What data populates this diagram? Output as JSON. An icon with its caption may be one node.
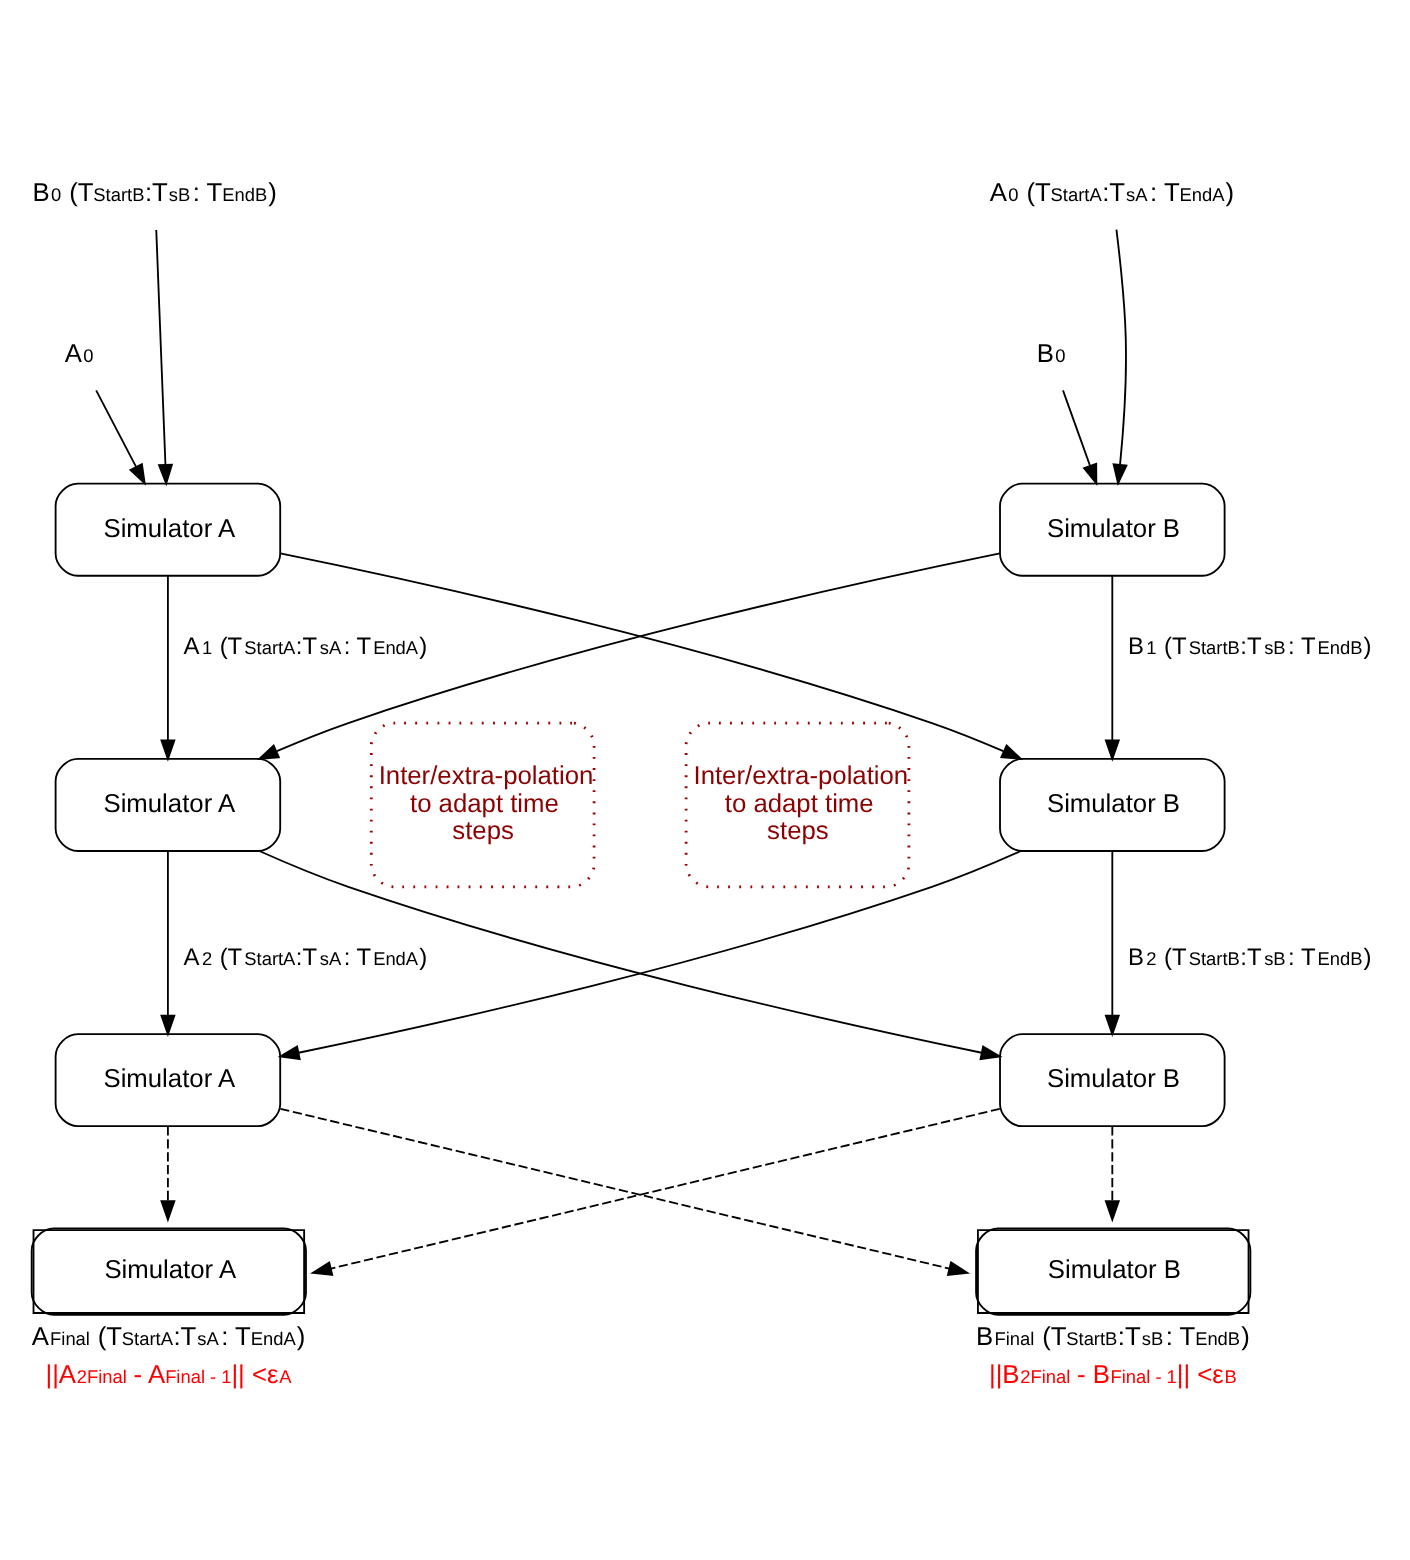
{
  "diagram": {
    "nodes": [
      {
        "text": [
          "B$_{0}$ (T$_{StartB}$:T$_{sB}$: T$_{EndB}$)"
        ]
      },
      {
        "text": [
          "A$_{0}$"
        ]
      },
      {
        "text": [
          "A$_{0}$ (T$_{StartA}$:T$_{sA}$: T$_{EndA}$)"
        ]
      },
      {
        "text": [
          "B$_{0}$"
        ]
      },
      {
        "text": [
          "Simulator A"
        ]
      },
      {
        "text": [
          "Simulator B"
        ]
      },
      {
        "text": [
          "Simulator A"
        ]
      },
      {
        "text": [
          "Simulator B"
        ]
      },
      {
        "text": [
          "Simulator A"
        ]
      },
      {
        "text": [
          "Simulator B"
        ]
      },
      {
        "text": [
          "Simulator A"
        ],
        "beside": [
          "A$_{Final}$ (T$_{StartA}$:T$_{sA}$: T$_{EndA}$)",
          "||A$_{2Final}$ - A$_{Final - 1}$|| <ε$_{A}$"
        ]
      },
      {
        "text": [
          "Simulator B"
        ],
        "beside": [
          "B$_{Final}$ (T$_{StartB}$:T$_{sB}$: T$_{EndB}$)",
          "||B$_{2Final}$ - B$_{Final - 1}$|| <ε$_{B}$"
        ]
      },
      {
        "text": [
          "Inter/extra-polation to adapt time steps"
        ]
      },
      {
        "text": [
          "Inter/extra-polation to adapt time steps"
        ]
      }
    ],
    "edges": [
      {
        "from": 0,
        "to": 4,
        "arrow": "to"
      },
      {
        "from": 1,
        "to": 4,
        "arrow": "to"
      },
      {
        "from": 2,
        "to": 5,
        "arrow": "to"
      },
      {
        "from": 3,
        "to": 5,
        "arrow": "to"
      },
      {
        "from": 4,
        "to": 6,
        "arrow": "to",
        "label": "A$_{1}$ (T$_{StartA}$:T$_{sA}$: T$_{EndA}$)"
      },
      {
        "from": 4,
        "to": 7,
        "arrow": "to"
      },
      {
        "from": 5,
        "to": 6,
        "arrow": "to"
      },
      {
        "from": 5,
        "to": 7,
        "arrow": "to",
        "label": "B$_{1}$ (T$_{StartB}$:T$_{sB}$: T$_{EndB}$)"
      },
      {
        "from": 6,
        "to": 8,
        "arrow": "to",
        "label": "A$_{2}$ (T$_{StartA}$:T$_{sA}$: T$_{EndA}$)"
      },
      {
        "from": 6,
        "to": 9,
        "arrow": "to"
      },
      {
        "from": 7,
        "to": 8,
        "arrow": "to"
      },
      {
        "from": 7,
        "to": 9,
        "arrow": "to",
        "label": "B$_{2}$ (T$_{StartB}$:T$_{sB}$: T$_{EndB}$)"
      },
      {
        "from": 8,
        "to": 10,
        "arrow": "to",
        "style": "dashed"
      },
      {
        "from": 8,
        "to": 11,
        "arrow": "to",
        "style": "dashed"
      },
      {
        "from": 9,
        "to": 10,
        "arrow": "to",
        "style": "dashed"
      },
      {
        "from": 9,
        "to": 11,
        "arrow": "to",
        "style": "dashed"
      }
    ]
  }
}
